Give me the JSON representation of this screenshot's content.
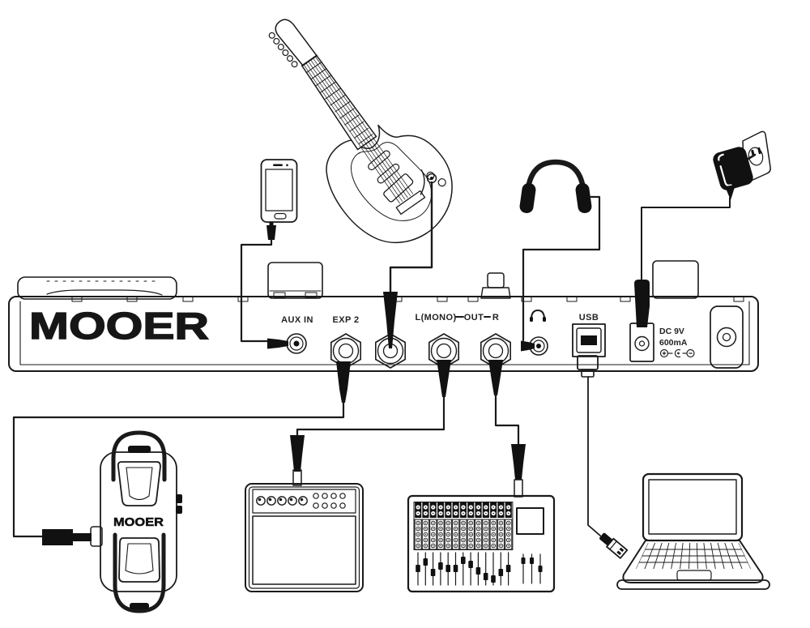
{
  "panel": {
    "logo": "MOOER",
    "ports": {
      "aux_in": {
        "label": "AUX IN"
      },
      "exp2": {
        "label": "EXP 2"
      },
      "output": {
        "left": "L(MONO)",
        "middle": "OUT",
        "right": "R"
      },
      "phones": {
        "icon": "headphone-icon"
      },
      "usb": {
        "label": "USB"
      },
      "dc": {
        "line1": "DC 9V",
        "line2": "600mA",
        "icon": "polarity-icon"
      }
    }
  },
  "expression_pedal": {
    "logo": "MOOER"
  },
  "devices": [
    "electric-guitar",
    "smartphone",
    "headphones",
    "power-adapter",
    "expression-pedal",
    "guitar-amplifier",
    "mixing-console",
    "laptop"
  ],
  "connections": [
    {
      "from": "smartphone",
      "to": "AUX IN"
    },
    {
      "from": "electric-guitar",
      "to": "INPUT"
    },
    {
      "from": "EXP 2",
      "to": "expression-pedal"
    },
    {
      "from": "L(MONO) OUT",
      "to": "guitar-amplifier"
    },
    {
      "from": "R OUT",
      "to": "mixing-console"
    },
    {
      "from": "PHONES",
      "to": "headphones"
    },
    {
      "from": "USB",
      "to": "laptop"
    },
    {
      "from": "DC 9V 600mA",
      "to": "power-adapter"
    }
  ],
  "colors": {
    "ink": "#1a1a1a",
    "fill": "#111111",
    "background": "#ffffff"
  }
}
